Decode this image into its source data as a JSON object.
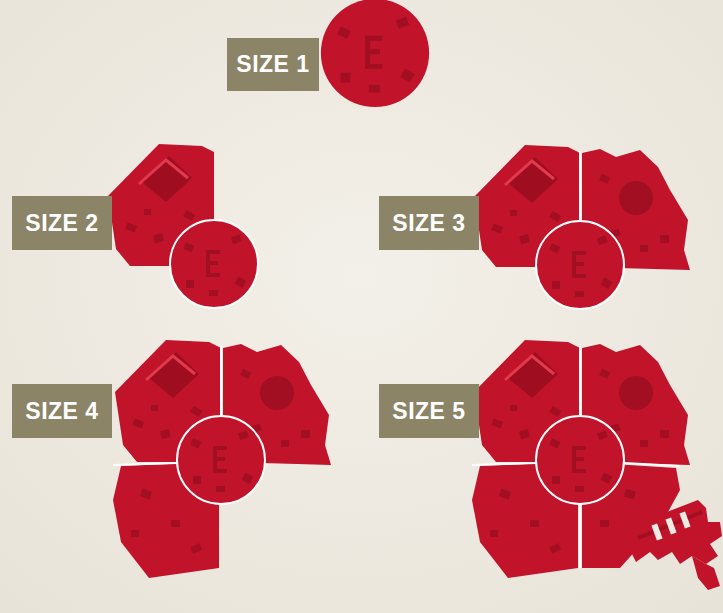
{
  "diagram": {
    "nodes": [
      {
        "text": [
          "SIZE 1"
        ]
      },
      {
        "text": [
          "SIZE 2"
        ]
      },
      {
        "text": [
          "SIZE 3"
        ]
      },
      {
        "text": [
          "SIZE 4"
        ]
      },
      {
        "text": [
          "SIZE 5"
        ]
      }
    ]
  }
}
